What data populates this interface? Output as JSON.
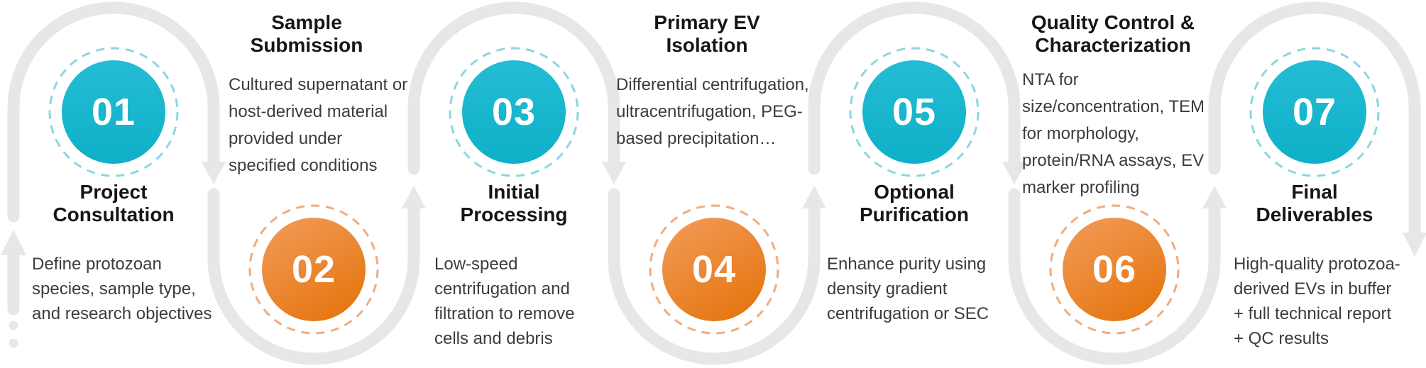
{
  "diagram": {
    "kind": "process-flow",
    "step_count": 7,
    "colors": {
      "teal_circle": "#16B6CE",
      "teal_dashed_ring": "#8BD6E1",
      "orange_circle_start": "#F29C5A",
      "orange_circle_end": "#E67814",
      "orange_dashed_ring": "#F0AC7E",
      "connector_gray": "#E7E7E7",
      "heading_text": "#161616",
      "body_text": "#3C3C3C",
      "number_text": "#FFFFFF"
    }
  },
  "steps": [
    {
      "number": "01",
      "title": "Project\nConsultation",
      "description": "Define protozoan\nspecies, sample type,\nand research objectives",
      "accent": "teal"
    },
    {
      "number": "02",
      "title": "Sample\nSubmission",
      "description": "Cultured supernatant or\nhost-derived material\nprovided under\nspecified conditions",
      "accent": "orange"
    },
    {
      "number": "03",
      "title": "Initial\nProcessing",
      "description": "Low-speed\ncentrifugation and\nfiltration to remove\ncells and debris",
      "accent": "teal"
    },
    {
      "number": "04",
      "title": "Primary EV\nIsolation",
      "description": "Differential centrifugation,\nultracentrifugation, PEG-\nbased precipitation…",
      "accent": "orange"
    },
    {
      "number": "05",
      "title": "Optional\nPurification",
      "description": "Enhance purity using\ndensity gradient\ncentrifugation or SEC",
      "accent": "teal"
    },
    {
      "number": "06",
      "title": "Quality Control &\nCharacterization",
      "description": "NTA for\nsize/concentration, TEM\nfor morphology,\nprotein/RNA assays, EV\nmarker profiling",
      "accent": "orange"
    },
    {
      "number": "07",
      "title": "Final\nDeliverables",
      "description": "High-quality protozoa-\nderived EVs in buffer\n+ full technical report\n+ QC results",
      "accent": "teal"
    }
  ]
}
